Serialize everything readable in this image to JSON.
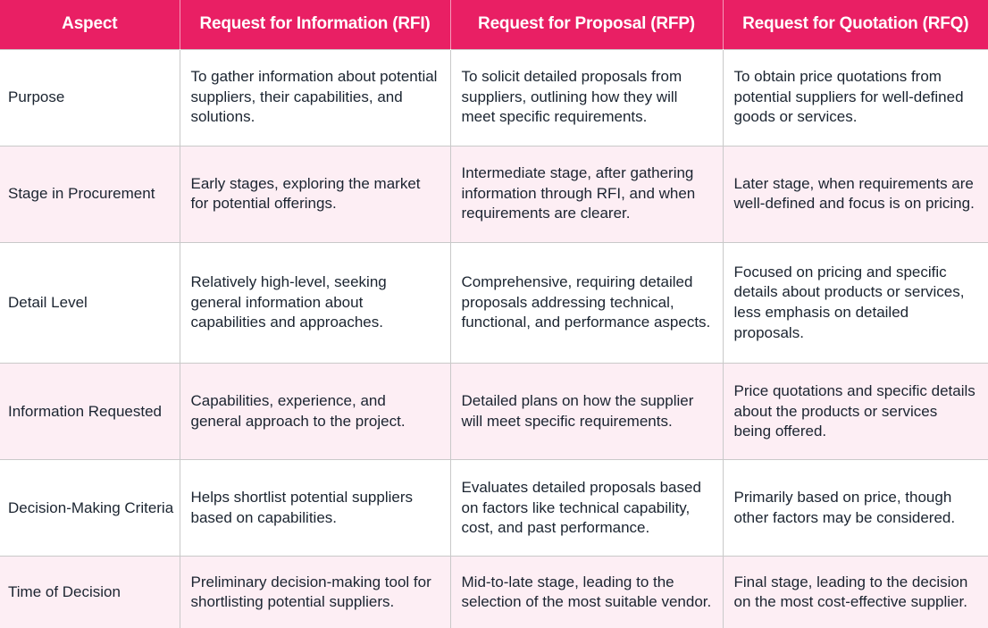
{
  "theme": {
    "header_background": "#e91f64",
    "header_text_color": "#ffffff",
    "row_shaded_background": "#fdeef4",
    "row_plain_background": "#ffffff",
    "body_text_color": "#1b2430",
    "border_color": "#c9c9c9"
  },
  "table": {
    "columns": [
      {
        "key": "aspect",
        "label": "Aspect"
      },
      {
        "key": "rfi",
        "label": "Request for Information (RFI)"
      },
      {
        "key": "rfp",
        "label": "Request for Proposal (RFP)"
      },
      {
        "key": "rfq",
        "label": "Request for Quotation (RFQ)"
      }
    ],
    "rows": [
      {
        "aspect": "Purpose",
        "rfi": "To gather information about potential suppliers, their capabilities, and solutions.",
        "rfp": "To solicit detailed proposals from suppliers, outlining how they will meet specific requirements.",
        "rfq": "To obtain price quotations from potential suppliers for well-defined goods or services."
      },
      {
        "aspect": "Stage in Procurement",
        "rfi": "Early stages, exploring the market for potential offerings.",
        "rfp": "Intermediate stage, after gathering information through RFI, and when requirements are clearer.",
        "rfq": "Later stage, when requirements are well-defined and focus is on pricing."
      },
      {
        "aspect": "Detail Level",
        "rfi": "Relatively high-level, seeking general information about capabilities and approaches.",
        "rfp": "Comprehensive, requiring detailed proposals addressing technical, functional, and performance aspects.",
        "rfq": "Focused on pricing and specific details about products or services, less emphasis on detailed proposals."
      },
      {
        "aspect": "Information Requested",
        "rfi": "Capabilities, experience, and general approach to the project.",
        "rfp": "Detailed plans on how the supplier will meet specific requirements.",
        "rfq": "Price quotations and specific details about the products or services being offered."
      },
      {
        "aspect": "Decision-Making Criteria",
        "rfi": "Helps shortlist potential suppliers based on capabilities.",
        "rfp": "Evaluates detailed proposals based on factors like technical capability, cost, and past performance.",
        "rfq": "Primarily based on price, though other factors may be considered."
      },
      {
        "aspect": "Time of Decision",
        "rfi": "Preliminary decision-making tool for shortlisting potential suppliers.",
        "rfp": "Mid-to-late stage, leading to the selection of the most suitable vendor.",
        "rfq": "Final stage, leading to the decision on the most cost-effective supplier."
      }
    ]
  }
}
